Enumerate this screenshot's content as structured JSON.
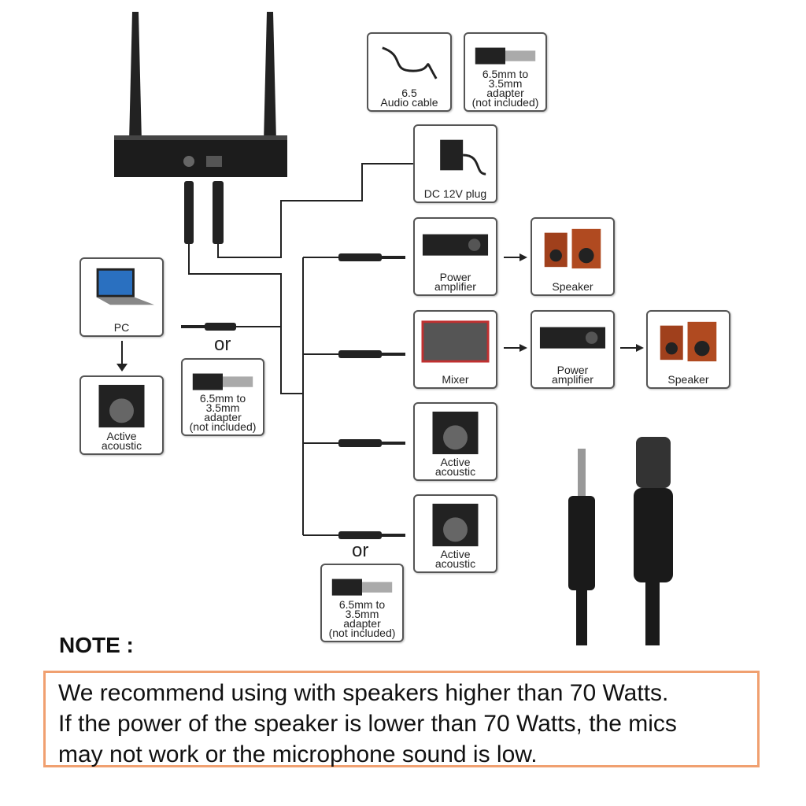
{
  "boxes": {
    "audio_cable": "6.5\nAudio cable",
    "adapter_top": "6.5mm to\n3.5mm\nadapter\n(not included)",
    "dc_plug": "DC 12V plug",
    "power_amp_1": "Power\namplifier",
    "speaker_1": "Speaker",
    "mixer": "Mixer",
    "power_amp_2": "Power\namplifier",
    "speaker_2": "Speaker",
    "active_acoustic_1": "Active\nacoustic",
    "active_acoustic_2": "Active\nacoustic",
    "adapter_bottom": "6.5mm to\n3.5mm\nadapter\n(not included)",
    "pc": "PC",
    "active_acoustic_left": "Active\nacoustic",
    "adapter_left": "6.5mm to\n3.5mm\nadapter\n(not included)"
  },
  "or_label": "or",
  "note": {
    "title": "NOTE :",
    "lines": [
      "We recommend using with speakers higher than 70 Watts.",
      "If the power of the speaker is lower than 70 Watts, the mics",
      "may not work or the microphone sound is low."
    ]
  },
  "colors": {
    "note_border": "#f0a070",
    "wire": "#222222"
  }
}
